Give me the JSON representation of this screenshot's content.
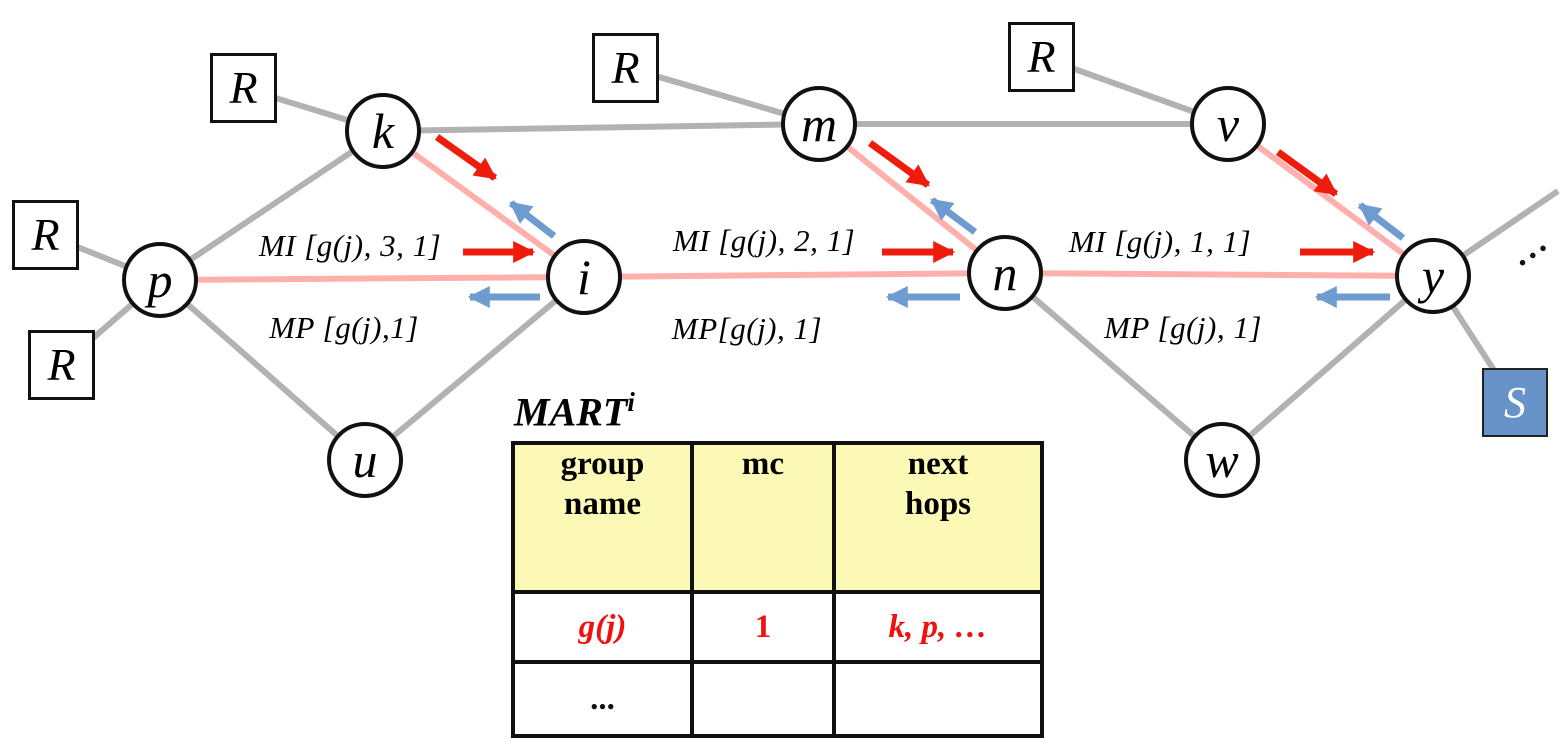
{
  "nodes": {
    "k": "k",
    "m": "m",
    "v": "v",
    "p": "p",
    "i": "i",
    "n": "n",
    "y": "y",
    "u": "u",
    "w": "w"
  },
  "labels": {
    "router": "R",
    "source": "S",
    "network_ellipsis": "..."
  },
  "edge_messages": {
    "pi": {
      "mi": "MI [g(j), 3, 1]",
      "mp": "MP [g(j),1]"
    },
    "in": {
      "mi": "MI [g(j), 2, 1]",
      "mp": "MP[g(j), 1]"
    },
    "ny": {
      "mi": "MI [g(j), 1, 1]",
      "mp": "MP [g(j), 1]"
    }
  },
  "table": {
    "title": "MART",
    "title_superscript": "i",
    "headers": [
      "group\nname",
      "mc",
      "next\nhops"
    ],
    "rows": [
      [
        "g(j)",
        "1",
        "k, p, …"
      ],
      [
        "...",
        "",
        ""
      ]
    ]
  },
  "colors": {
    "edge_gray": "#b2b2b2",
    "path_pink": "#ffb0ac",
    "arrow_red": "#ee1c0c",
    "arrow_blue": "#6e9bd0",
    "table_header_yellow": "#fbf9b5",
    "table_data_red": "#f01010",
    "source_blue": "#6793c8"
  }
}
